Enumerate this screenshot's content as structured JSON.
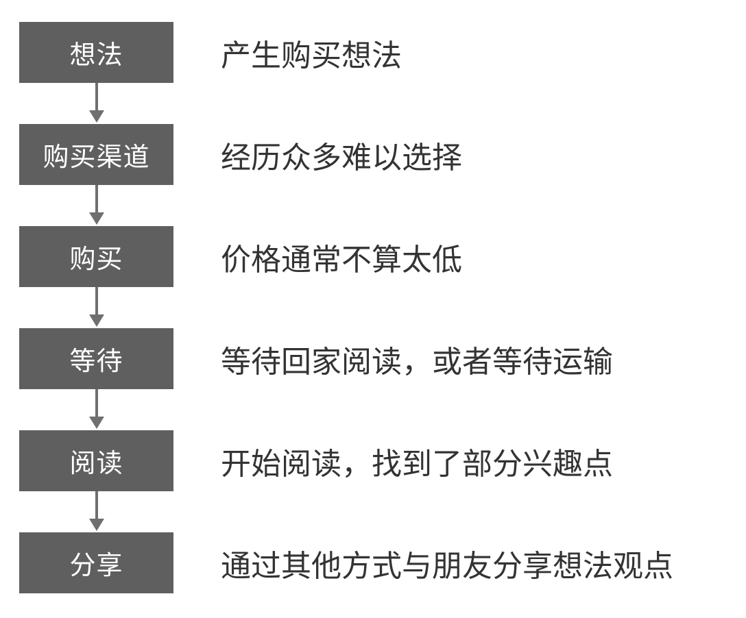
{
  "steps": [
    {
      "label": "想法",
      "description": "产生购买想法"
    },
    {
      "label": "购买渠道",
      "description": "经历众多难以选择"
    },
    {
      "label": "购买",
      "description": "价格通常不算太低"
    },
    {
      "label": "等待",
      "description": "等待回家阅读，或者等待运输"
    },
    {
      "label": "阅读",
      "description": "开始阅读，找到了部分兴趣点"
    },
    {
      "label": "分享",
      "description": "通过其他方式与朋友分享想法观点"
    }
  ],
  "colors": {
    "box_fill": "#5f5f5f",
    "box_text": "#ffffff",
    "arrow": "#6f6f6f",
    "description_text": "#333333",
    "background": "#ffffff"
  }
}
